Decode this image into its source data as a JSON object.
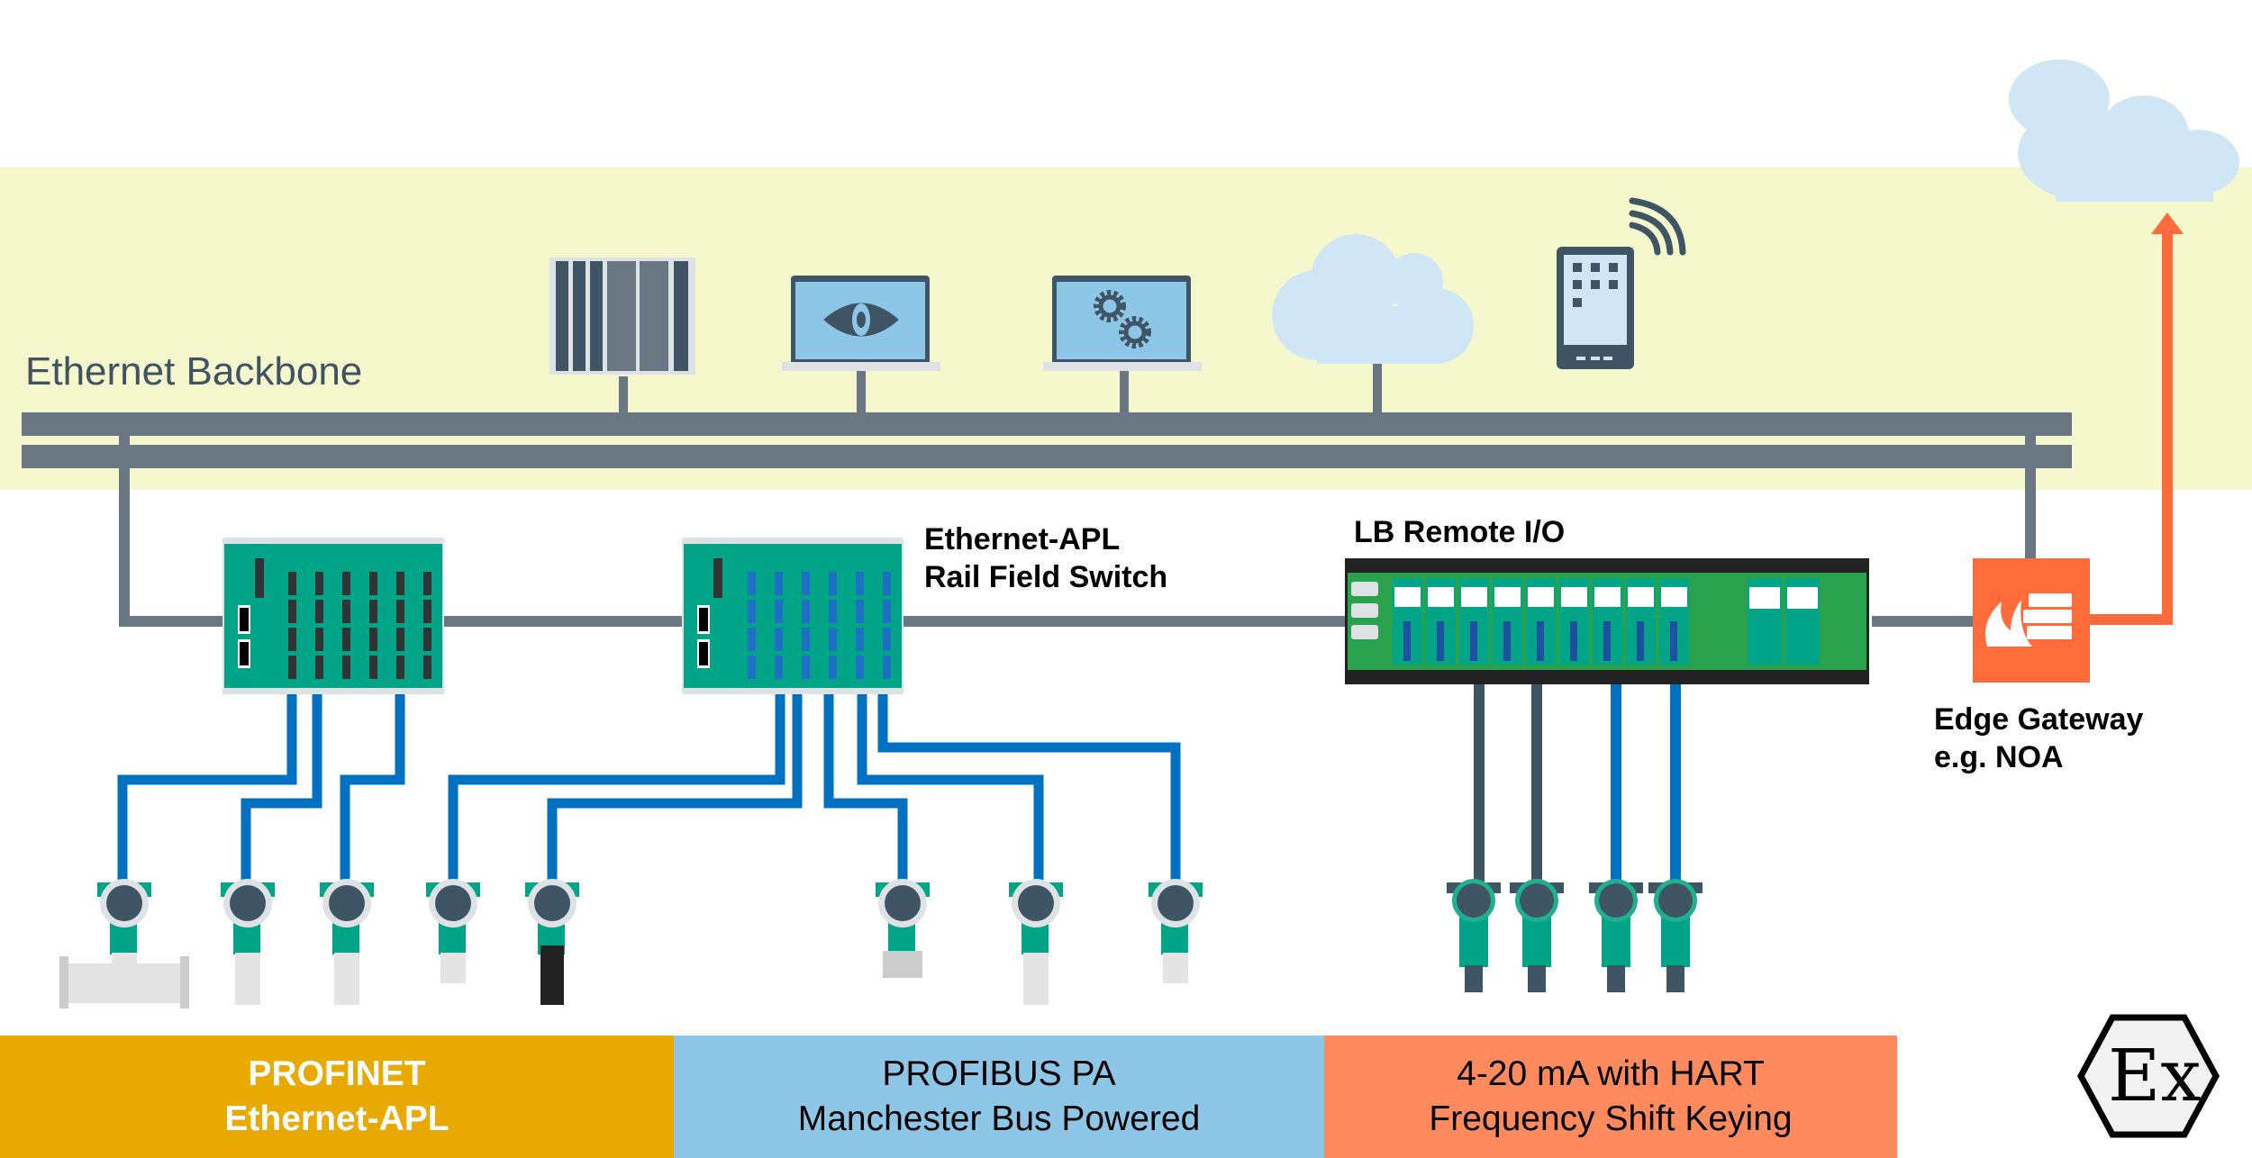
{
  "backbone": {
    "label": "Ethernet Backbone"
  },
  "devices_top": [
    {
      "name": "controller-rack",
      "icon": "rack-icon"
    },
    {
      "name": "monitoring-laptop",
      "icon": "eye-icon"
    },
    {
      "name": "engineering-laptop",
      "icon": "gears-icon"
    },
    {
      "name": "cloud-onprem",
      "icon": "cloud-icon"
    },
    {
      "name": "tablet-wireless",
      "icon": "tablet-icon"
    }
  ],
  "field_switch": {
    "label_line1": "Ethernet-APL",
    "label_line2": "Rail Field Switch"
  },
  "remote_io": {
    "label": "LB Remote I/O"
  },
  "edge_gateway": {
    "label_line1": "Edge Gateway",
    "label_line2": "e.g. NOA",
    "icon": "firewall-icon"
  },
  "external_cloud": {
    "icon": "cloud-icon"
  },
  "footer": [
    {
      "line1": "PROFINET",
      "line2": "Ethernet-APL",
      "color": "#e8a900"
    },
    {
      "line1": "PROFIBUS PA",
      "line2": "Manchester Bus Powered",
      "color": "#8ec6e8"
    },
    {
      "line1": "4-20 mA with HART",
      "line2": "Frequency Shift Keying",
      "color": "#ff8a5e"
    }
  ],
  "ex_mark": {
    "text": "Ex"
  },
  "colors": {
    "backbone": "#6a7782",
    "apl_cable": "#0070c0",
    "device_green": "#00a587",
    "dark": "#405563",
    "gateway": "#ff6b3b",
    "cloud": "#d0e6f5",
    "band": "#f5f8cc"
  }
}
